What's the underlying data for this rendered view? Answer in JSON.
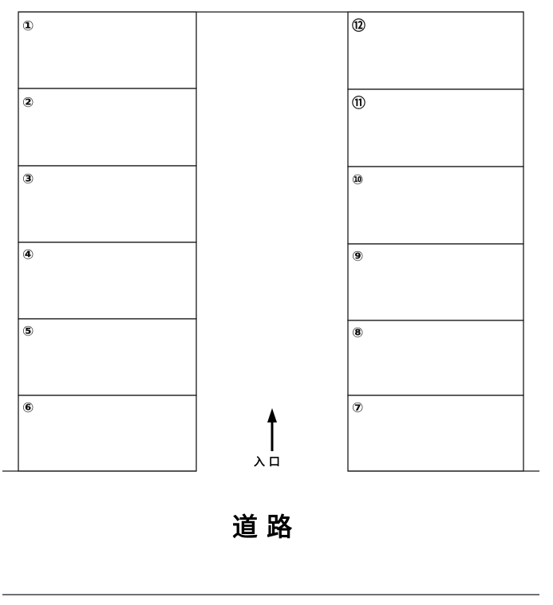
{
  "lot": {
    "left_stalls": [
      {
        "number": "①"
      },
      {
        "number": "②"
      },
      {
        "number": "③"
      },
      {
        "number": "④"
      },
      {
        "number": "⑤"
      },
      {
        "number": "⑥"
      }
    ],
    "right_stalls": [
      {
        "number": "⑫"
      },
      {
        "number": "⑪"
      },
      {
        "number": "⑩"
      },
      {
        "number": "⑨"
      },
      {
        "number": "⑧"
      },
      {
        "number": "⑦"
      }
    ],
    "entrance_label": "入 口",
    "entrance_icon": "arrow-up-icon",
    "road_label": "道 路"
  },
  "colors": {
    "line": "#1a1a1a",
    "text": "#000000",
    "background": "#ffffff"
  }
}
